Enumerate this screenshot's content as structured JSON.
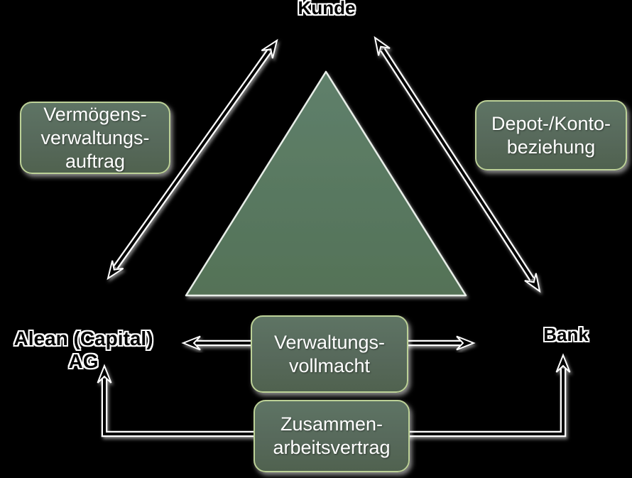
{
  "diagram_title": "Kunde / Alean (Capital) AG / Bank relationship triangle",
  "nodes": {
    "top": {
      "label": "Kunde"
    },
    "bottom_left": {
      "label": "Alean (Capital) AG"
    },
    "bottom_right": {
      "label": "Bank"
    }
  },
  "relationship_boxes": {
    "kunde_alean": {
      "label": "Vermögens-\nverwaltungs-\nauftrag"
    },
    "kunde_bank": {
      "label": "Depot-/Konto-\nbeziehung"
    },
    "alean_bank_mandate": {
      "label": "Verwaltungs-\nvollmacht"
    },
    "alean_bank_cooperation": {
      "label": "Zusammen-\narbeitsvertrag"
    }
  },
  "connections": [
    {
      "from": "Alean (Capital) AG",
      "to": "Kunde",
      "style": "double-arrow",
      "label": "Vermögens-verwaltungs-auftrag"
    },
    {
      "from": "Kunde",
      "to": "Bank",
      "style": "double-arrow",
      "label": "Depot-/Konto-beziehung"
    },
    {
      "from": "Alean (Capital) AG",
      "to": "Bank",
      "style": "double-arrow",
      "label": "Verwaltungs-vollmacht"
    },
    {
      "from": "Alean (Capital) AG",
      "to": "Bank",
      "style": "elbow-double-arrow-up",
      "label": "Zusammen-arbeitsvertrag"
    }
  ],
  "colors": {
    "background": "#000000",
    "triangle-fill": "#5c7d68",
    "triangle-fill-dark": "#547257",
    "triangle-edge": "#e8eee8",
    "box-fill": "#57695b",
    "box-fill-light": "#5e7464",
    "box-fill-dark": "#50624f",
    "box-border": "#bcd197",
    "box-text": "#ffffff",
    "arrow-color": "#000000",
    "arrow-outline": "#ffffff",
    "node-text-fill": "#000000",
    "node-text-outline": "#ffffff"
  }
}
